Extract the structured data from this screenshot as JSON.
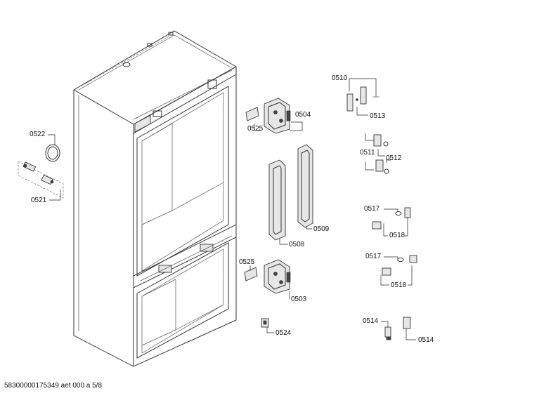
{
  "labels": {
    "p0510": "0510",
    "p0513": "0513",
    "p0504": "0504",
    "p0525a": "0525",
    "p0522": "0522",
    "p0521": "0521",
    "p0511": "0511",
    "p0512": "0512",
    "p0509": "0509",
    "p0508": "0508",
    "p0517a": "0517",
    "p0518a": "0518",
    "p0517b": "0517",
    "p0518b": "0518",
    "p0525b": "0525",
    "p0503": "0503",
    "p0524": "0524",
    "p0514a": "0514",
    "p0514b": "0514"
  },
  "footer": "58300000175349 aet 000 a 5/8"
}
